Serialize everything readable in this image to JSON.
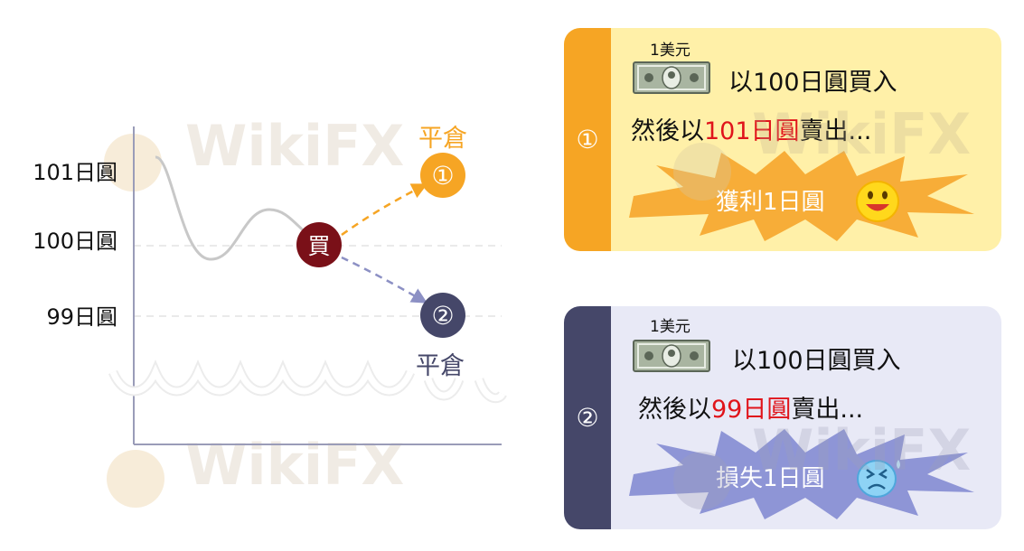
{
  "axis_labels": {
    "top": "101日圓",
    "mid": "100日圓",
    "low": "99日圓"
  },
  "buy_marker": "買",
  "exit_1": {
    "badge": "①",
    "label": "平倉"
  },
  "exit_2": {
    "badge": "②",
    "label": "平倉"
  },
  "watermark": "WikiFX",
  "card1": {
    "number": "①",
    "unit": "1美元",
    "buy_text": "以100日圓買入",
    "sell_prefix": "然後以",
    "sell_price": "101日圓",
    "sell_suffix": "賣出...",
    "outcome": "獲利1日圓"
  },
  "card2": {
    "number": "②",
    "unit": "1美元",
    "buy_text": "以100日圓買入",
    "sell_prefix": "然後以",
    "sell_price": "99日圓",
    "sell_suffix": "賣出...",
    "outcome": "損失1日圓"
  },
  "colors": {
    "orange": "#f6a524",
    "navy": "#454769",
    "maroon": "#7a1018",
    "card1_bg": "#fff0a8",
    "card2_bg": "#e8e9f6",
    "burst1": "#f7ad38",
    "burst2": "#8e95d6",
    "price_red": "#e0141b"
  }
}
